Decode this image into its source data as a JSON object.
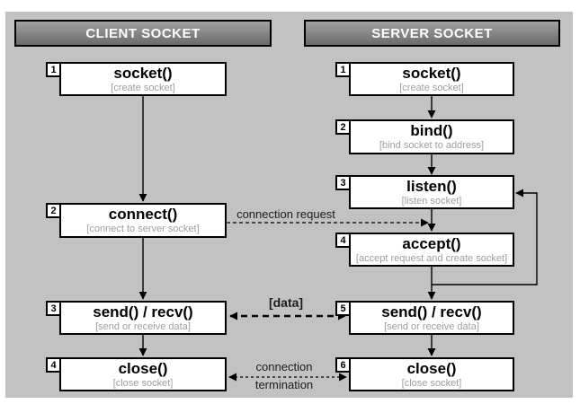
{
  "colors": {
    "canvas_bg": "#c2c2c2",
    "header_gradient_top": "#a2a2a2",
    "header_gradient_bottom": "#6a6a6a",
    "box_border": "#000000",
    "box_bg": "#ffffff",
    "title_text": "#000000",
    "subtitle_text": "#9e9e9e",
    "header_text": "#ffffff"
  },
  "client": {
    "header": "CLIENT SOCKET",
    "steps": [
      {
        "num": "1",
        "title": "socket()",
        "subtitle": "[create socket]"
      },
      {
        "num": "2",
        "title": "connect()",
        "subtitle": "[connect to server socket]"
      },
      {
        "num": "3",
        "title": "send() / recv()",
        "subtitle": "[send or receive data]"
      },
      {
        "num": "4",
        "title": "close()",
        "subtitle": "[close socket]"
      }
    ]
  },
  "server": {
    "header": "SERVER SOCKET",
    "steps": [
      {
        "num": "1",
        "title": "socket()",
        "subtitle": "[create socket]"
      },
      {
        "num": "2",
        "title": "bind()",
        "subtitle": "[bind socket to address]"
      },
      {
        "num": "3",
        "title": "listen()",
        "subtitle": "[listen socket]"
      },
      {
        "num": "4",
        "title": "accept()",
        "subtitle": "[accept request and create socket]"
      },
      {
        "num": "5",
        "title": "send() / recv()",
        "subtitle": "[send or receive data]"
      },
      {
        "num": "6",
        "title": "close()",
        "subtitle": "[close socket]"
      }
    ]
  },
  "links": {
    "connection_request": "connection request",
    "data": "[data]",
    "termination_line1": "connection",
    "termination_line2": "termination"
  }
}
